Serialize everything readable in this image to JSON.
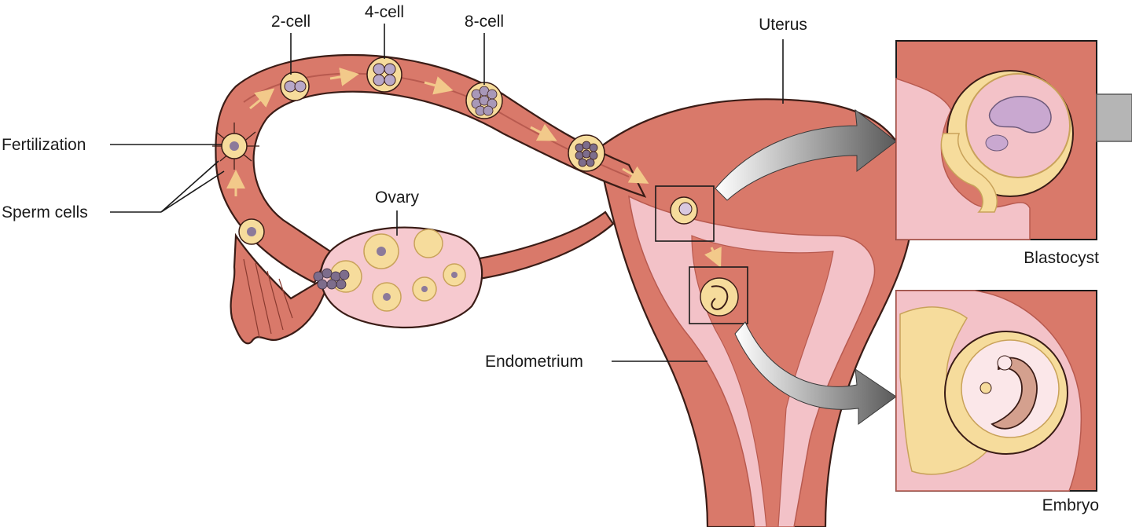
{
  "labels": {
    "cell2": "2-cell",
    "cell4": "4-cell",
    "cell8": "8-cell",
    "uterus": "Uterus",
    "fertilization": "Fertilization",
    "sperm_cells": "Sperm cells",
    "ovary": "Ovary",
    "endometrium": "Endometrium",
    "blastocyst": "Blastocyst",
    "embryo": "Embryo"
  },
  "colors": {
    "tissue": "#d9796a",
    "tissue_dark": "#b85a4f",
    "endometrium": "#f3c2c8",
    "ovary": "#f6c9cf",
    "cell_fill": "#f6dc9c",
    "cell_purple": "#8c7a9a",
    "arrow": "#6f6f6f",
    "background": "#ffffff"
  }
}
